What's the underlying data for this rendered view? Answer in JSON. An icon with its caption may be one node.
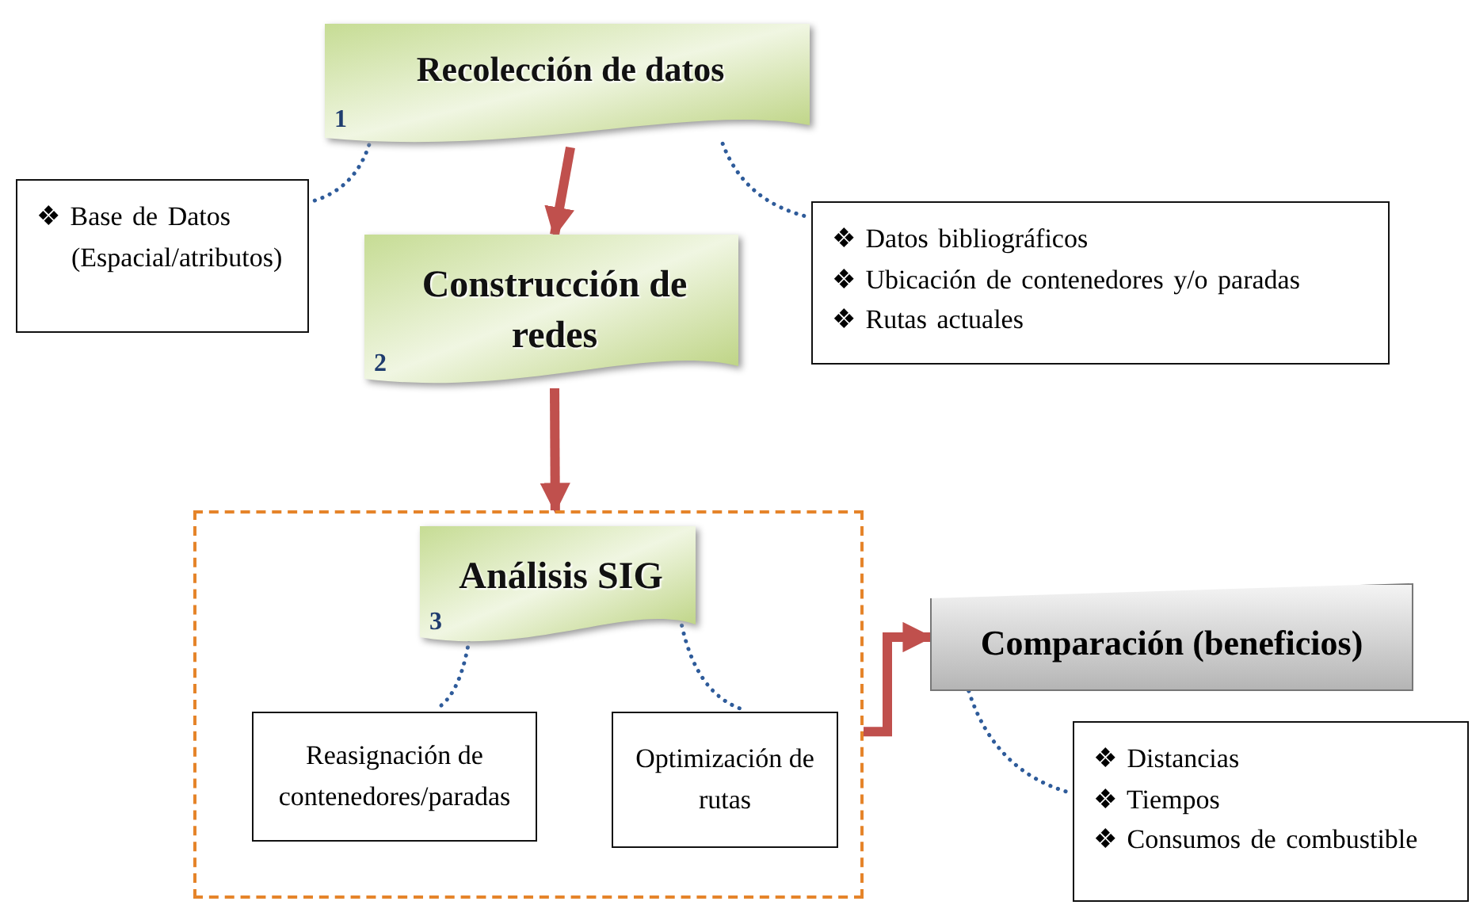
{
  "diagram": {
    "nodes": [
      {
        "text": [
          "Recolección de datos",
          "1"
        ]
      },
      {
        "text": [
          "❖ Base de Datos (Espacial/atributos)"
        ]
      },
      {
        "text": [
          "❖ Datos bibliográficos",
          "❖ Ubicación de contenedores y/o paradas",
          "❖ Rutas actuales"
        ]
      },
      {
        "text": [
          "Construcción de redes",
          "2"
        ]
      },
      {
        "text": [],
        "shape": "box"
      },
      {
        "text": [
          "Análisis SIG",
          "3"
        ],
        "in": 4
      },
      {
        "text": [
          "Reasignación de contenedores/paradas"
        ],
        "in": 4
      },
      {
        "text": [
          "Optimización de rutas"
        ],
        "in": 4
      },
      {
        "text": [
          "Comparación (beneficios)"
        ]
      },
      {
        "text": [
          "❖ Distancias",
          "❖ Tiempos",
          "❖ Consumos de combustible"
        ]
      }
    ],
    "edges": [
      {
        "from": 0,
        "to": 3,
        "arrow": "to",
        "style": "thick",
        "color": "#c0504d"
      },
      {
        "from": 3,
        "to": 4,
        "arrow": "to",
        "style": "thick",
        "color": "#c0504d"
      },
      {
        "from": 0,
        "to": 1,
        "arrow": "none",
        "style": "dashed"
      },
      {
        "from": 0,
        "to": 2,
        "arrow": "none",
        "style": "dashed"
      },
      {
        "from": 5,
        "to": 6,
        "arrow": "none",
        "style": "dashed"
      },
      {
        "from": 5,
        "to": 7,
        "arrow": "none",
        "style": "dashed"
      },
      {
        "from": 4,
        "to": 8,
        "arrow": "to",
        "style": "thick",
        "color": "#c0504d"
      },
      {
        "from": 8,
        "to": 9,
        "arrow": "none",
        "style": "dashed"
      }
    ]
  }
}
